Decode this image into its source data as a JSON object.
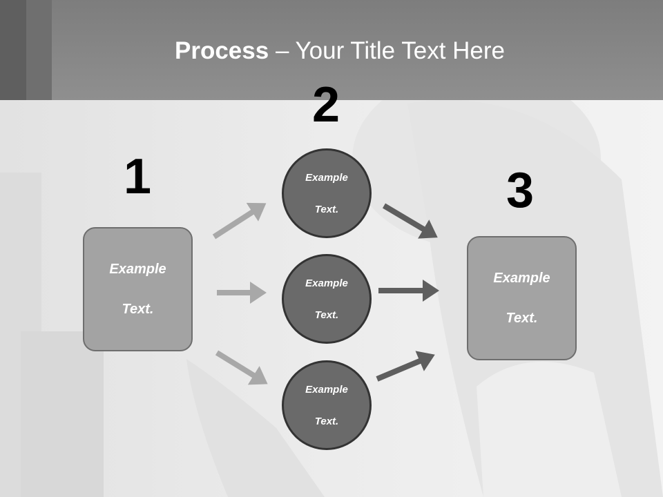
{
  "title": {
    "bold": "Process",
    "rest": " – Your Title Text Here"
  },
  "numbers": [
    "1",
    "2",
    "3"
  ],
  "left_box": {
    "line1": "Example",
    "line2": "Text."
  },
  "circles": [
    {
      "line1": "Example",
      "line2": "Text."
    },
    {
      "line1": "Example",
      "line2": "Text."
    },
    {
      "line1": "Example",
      "line2": "Text."
    }
  ],
  "right_box": {
    "line1": "Example",
    "line2": "Text."
  },
  "colors": {
    "header": "#8a8a8a",
    "box_fill": "#a3a3a3",
    "circle_fill": "#6a6a6a",
    "arrow_light": "#a8a8a8",
    "arrow_dark": "#5e5e5e"
  }
}
